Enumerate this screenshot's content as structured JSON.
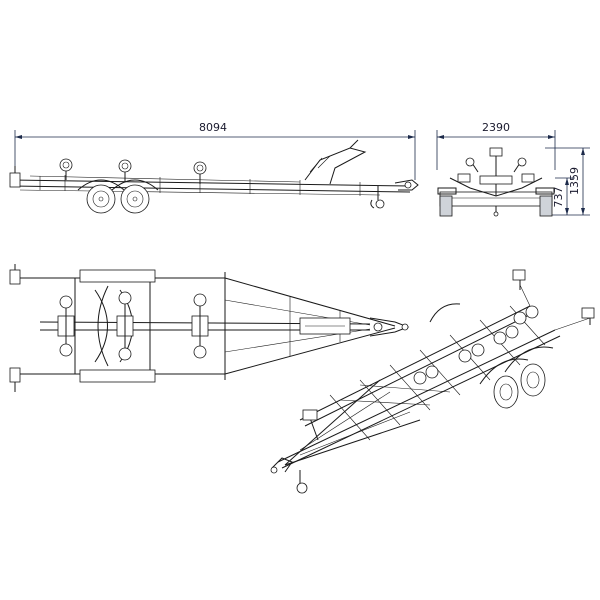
{
  "drawing": {
    "dimensions": {
      "overall_length": "8094",
      "overall_width": "2390",
      "total_height": "1359",
      "frame_height": "737"
    },
    "colors": {
      "ink": "#1a1a1a",
      "dimension_ink": "#1c2a4a",
      "background": "#ffffff"
    },
    "views": [
      "side-view",
      "front-view",
      "top-view",
      "isometric-view"
    ]
  }
}
